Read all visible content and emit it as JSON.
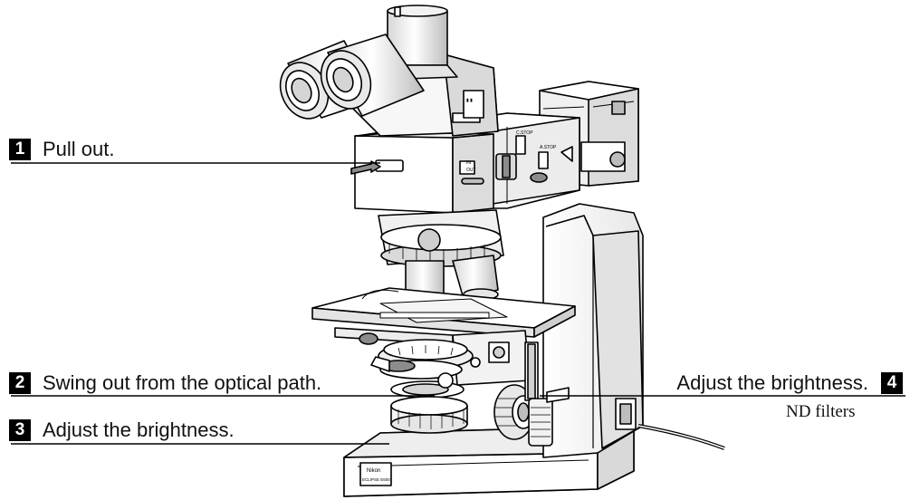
{
  "callouts": [
    {
      "num": "1",
      "text": "Pull out."
    },
    {
      "num": "2",
      "text": "Swing out from the optical path."
    },
    {
      "num": "3",
      "text": "Adjust the brightness."
    },
    {
      "num": "4",
      "text": "Adjust the brightness."
    }
  ],
  "nd_filters_label": "ND filters",
  "microscope": {
    "brand_plate": "Nikon",
    "model_plate": "ECLIPSE E600",
    "switch_labels": [
      "IN",
      "OUT",
      "C.STOP",
      "A.STOP"
    ]
  },
  "colors": {
    "line": "#000000",
    "background": "#ffffff",
    "shade_light": "#f2f2f2",
    "shade_mid": "#d9d9d9",
    "shade_dark": "#8c8c8c"
  }
}
